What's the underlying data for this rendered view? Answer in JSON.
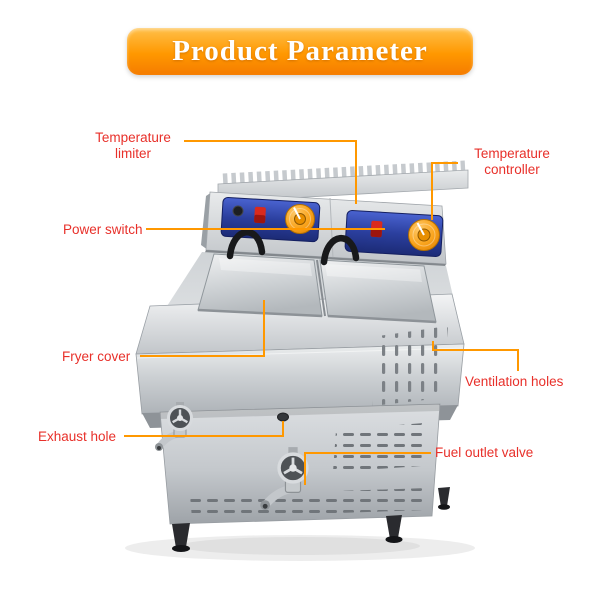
{
  "banner": {
    "title": "Product Parameter"
  },
  "callouts": {
    "temperature_limiter": "Temperature limiter",
    "temperature_controller": "Temperature controller",
    "power_switch": "Power switch",
    "fryer_cover": "Fryer cover",
    "ventilation_holes": "Ventilation holes",
    "exhaust_hole": "Exhaust hole",
    "fuel_outlet_valve": "Fuel outlet valve"
  },
  "colors": {
    "callout_text": "#e8302a",
    "leader_line": "#ff9800",
    "banner_top": "#ffc04a",
    "banner_bottom": "#f57c00",
    "knob_orange": "#f59a00",
    "control_panel_blue": "#2b3f9e"
  }
}
